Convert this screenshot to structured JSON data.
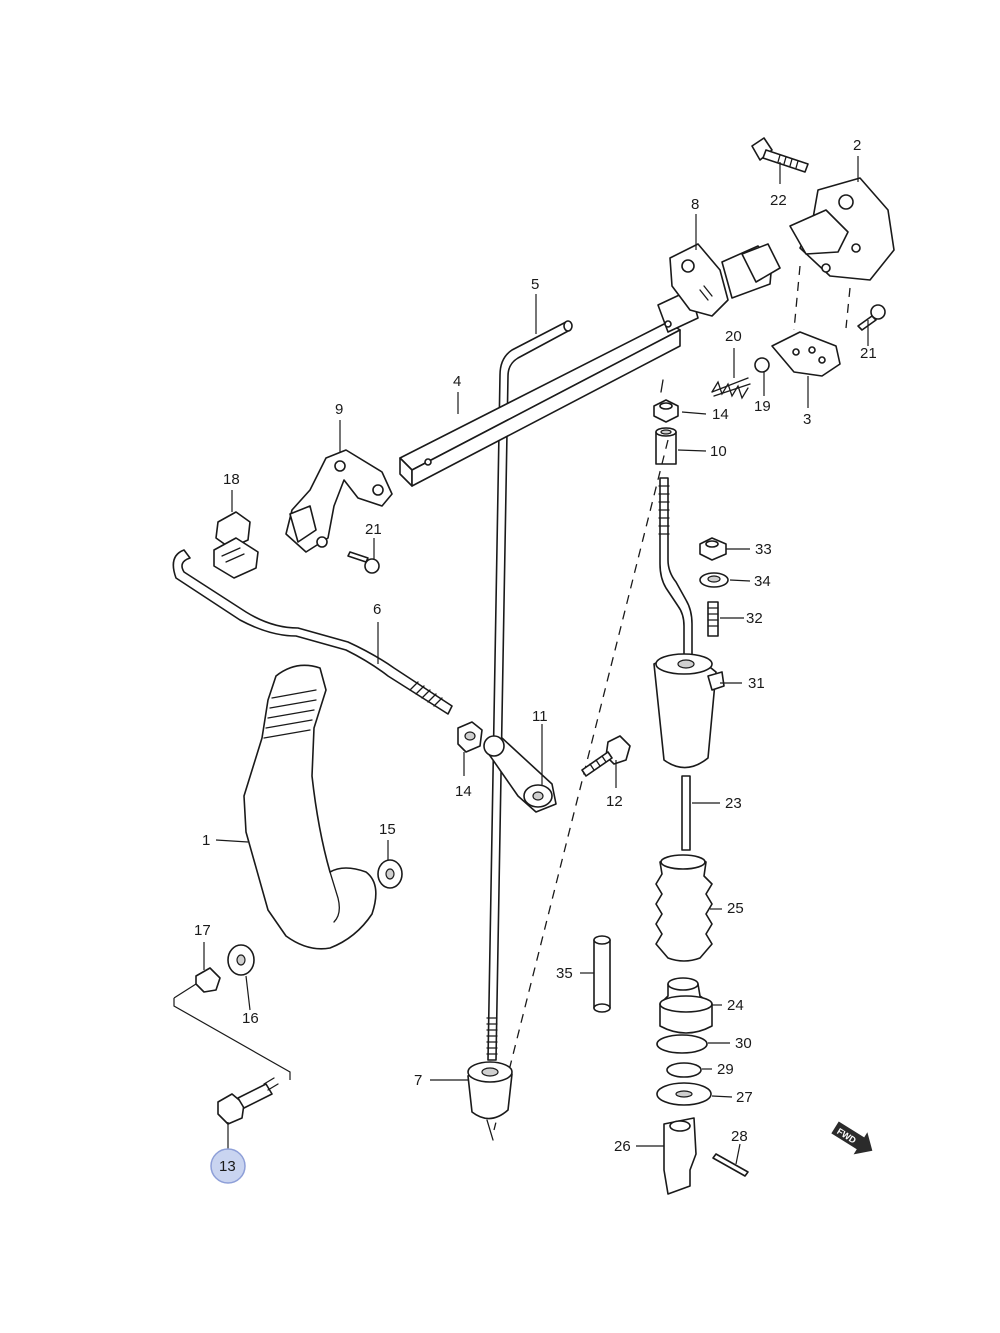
{
  "diagram": {
    "fwd_label": "FWD",
    "highlight_color": "#c9d4f0",
    "callouts": [
      {
        "label": "1"
      },
      {
        "label": "2"
      },
      {
        "label": "3"
      },
      {
        "label": "4"
      },
      {
        "label": "5"
      },
      {
        "label": "6"
      },
      {
        "label": "7"
      },
      {
        "label": "8"
      },
      {
        "label": "9"
      },
      {
        "label": "10"
      },
      {
        "label": "11"
      },
      {
        "label": "12"
      },
      {
        "label": "13",
        "highlighted": true
      },
      {
        "label": "14"
      },
      {
        "label": "14"
      },
      {
        "label": "15"
      },
      {
        "label": "16"
      },
      {
        "label": "17"
      },
      {
        "label": "18"
      },
      {
        "label": "19"
      },
      {
        "label": "20"
      },
      {
        "label": "21"
      },
      {
        "label": "21"
      },
      {
        "label": "22"
      },
      {
        "label": "23"
      },
      {
        "label": "24"
      },
      {
        "label": "25"
      },
      {
        "label": "26"
      },
      {
        "label": "27"
      },
      {
        "label": "28"
      },
      {
        "label": "29"
      },
      {
        "label": "30"
      },
      {
        "label": "31"
      },
      {
        "label": "32"
      },
      {
        "label": "33"
      },
      {
        "label": "34"
      },
      {
        "label": "35"
      }
    ]
  }
}
